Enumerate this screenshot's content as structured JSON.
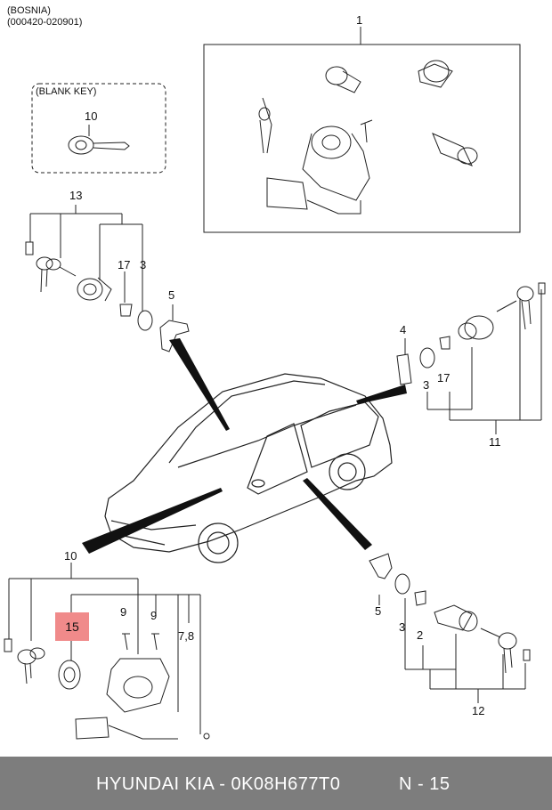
{
  "header": {
    "line1": "(BOSNIA)",
    "line2": "(000420-020901)"
  },
  "blank_key_box": {
    "title": "(BLANK KEY)",
    "part": "10"
  },
  "callouts": {
    "p1": "1",
    "p13": "13",
    "p17a": "17",
    "p3a": "3",
    "p5a": "5",
    "p4": "4",
    "p3b": "3",
    "p17b": "17",
    "p11": "11",
    "p10": "10",
    "p9a": "9",
    "p9b": "9",
    "p78": "7,8",
    "p15": "15",
    "p5b": "5",
    "p3c": "3",
    "p2": "2",
    "p12": "12"
  },
  "highlight": {
    "color": "#f08a8a"
  },
  "footer": {
    "brand": "HYUNDAI  KIA - 0K08H677T0",
    "page": "N - 15",
    "bg": "#7d7d7d"
  }
}
